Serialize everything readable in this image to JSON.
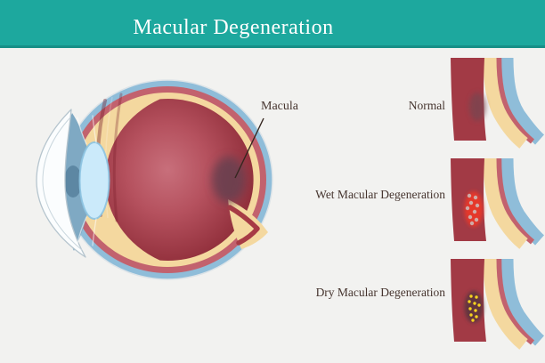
{
  "header": {
    "title": "Macular Degeneration"
  },
  "eye_diagram": {
    "macula_label": "Macula"
  },
  "panels": [
    {
      "id": "normal",
      "label": "Normal"
    },
    {
      "id": "wet",
      "label": "Wet Macular Degeneration"
    },
    {
      "id": "dry",
      "label": "Dry Macular Degeneration"
    }
  ],
  "colors": {
    "header_teal": "#1da89e",
    "header_teal_dark": "#178f87",
    "background": "#f2f2f0",
    "title_text": "#ffffff",
    "label_text": "#46352f",
    "sclera_blue": "#8fbdd9",
    "choroid_pink": "#c2626e",
    "retina_cream": "#f4d89f",
    "vitreous_red_dark": "#8e2c38",
    "vitreous_red_light": "#c86f7b",
    "lens_blue": "#cbeafa",
    "iris_steel": "#5d87a3",
    "macula_dark": "#6b4150",
    "wet_spot_red": "#e5392c",
    "drusen_yellow": "#f6d31f"
  }
}
